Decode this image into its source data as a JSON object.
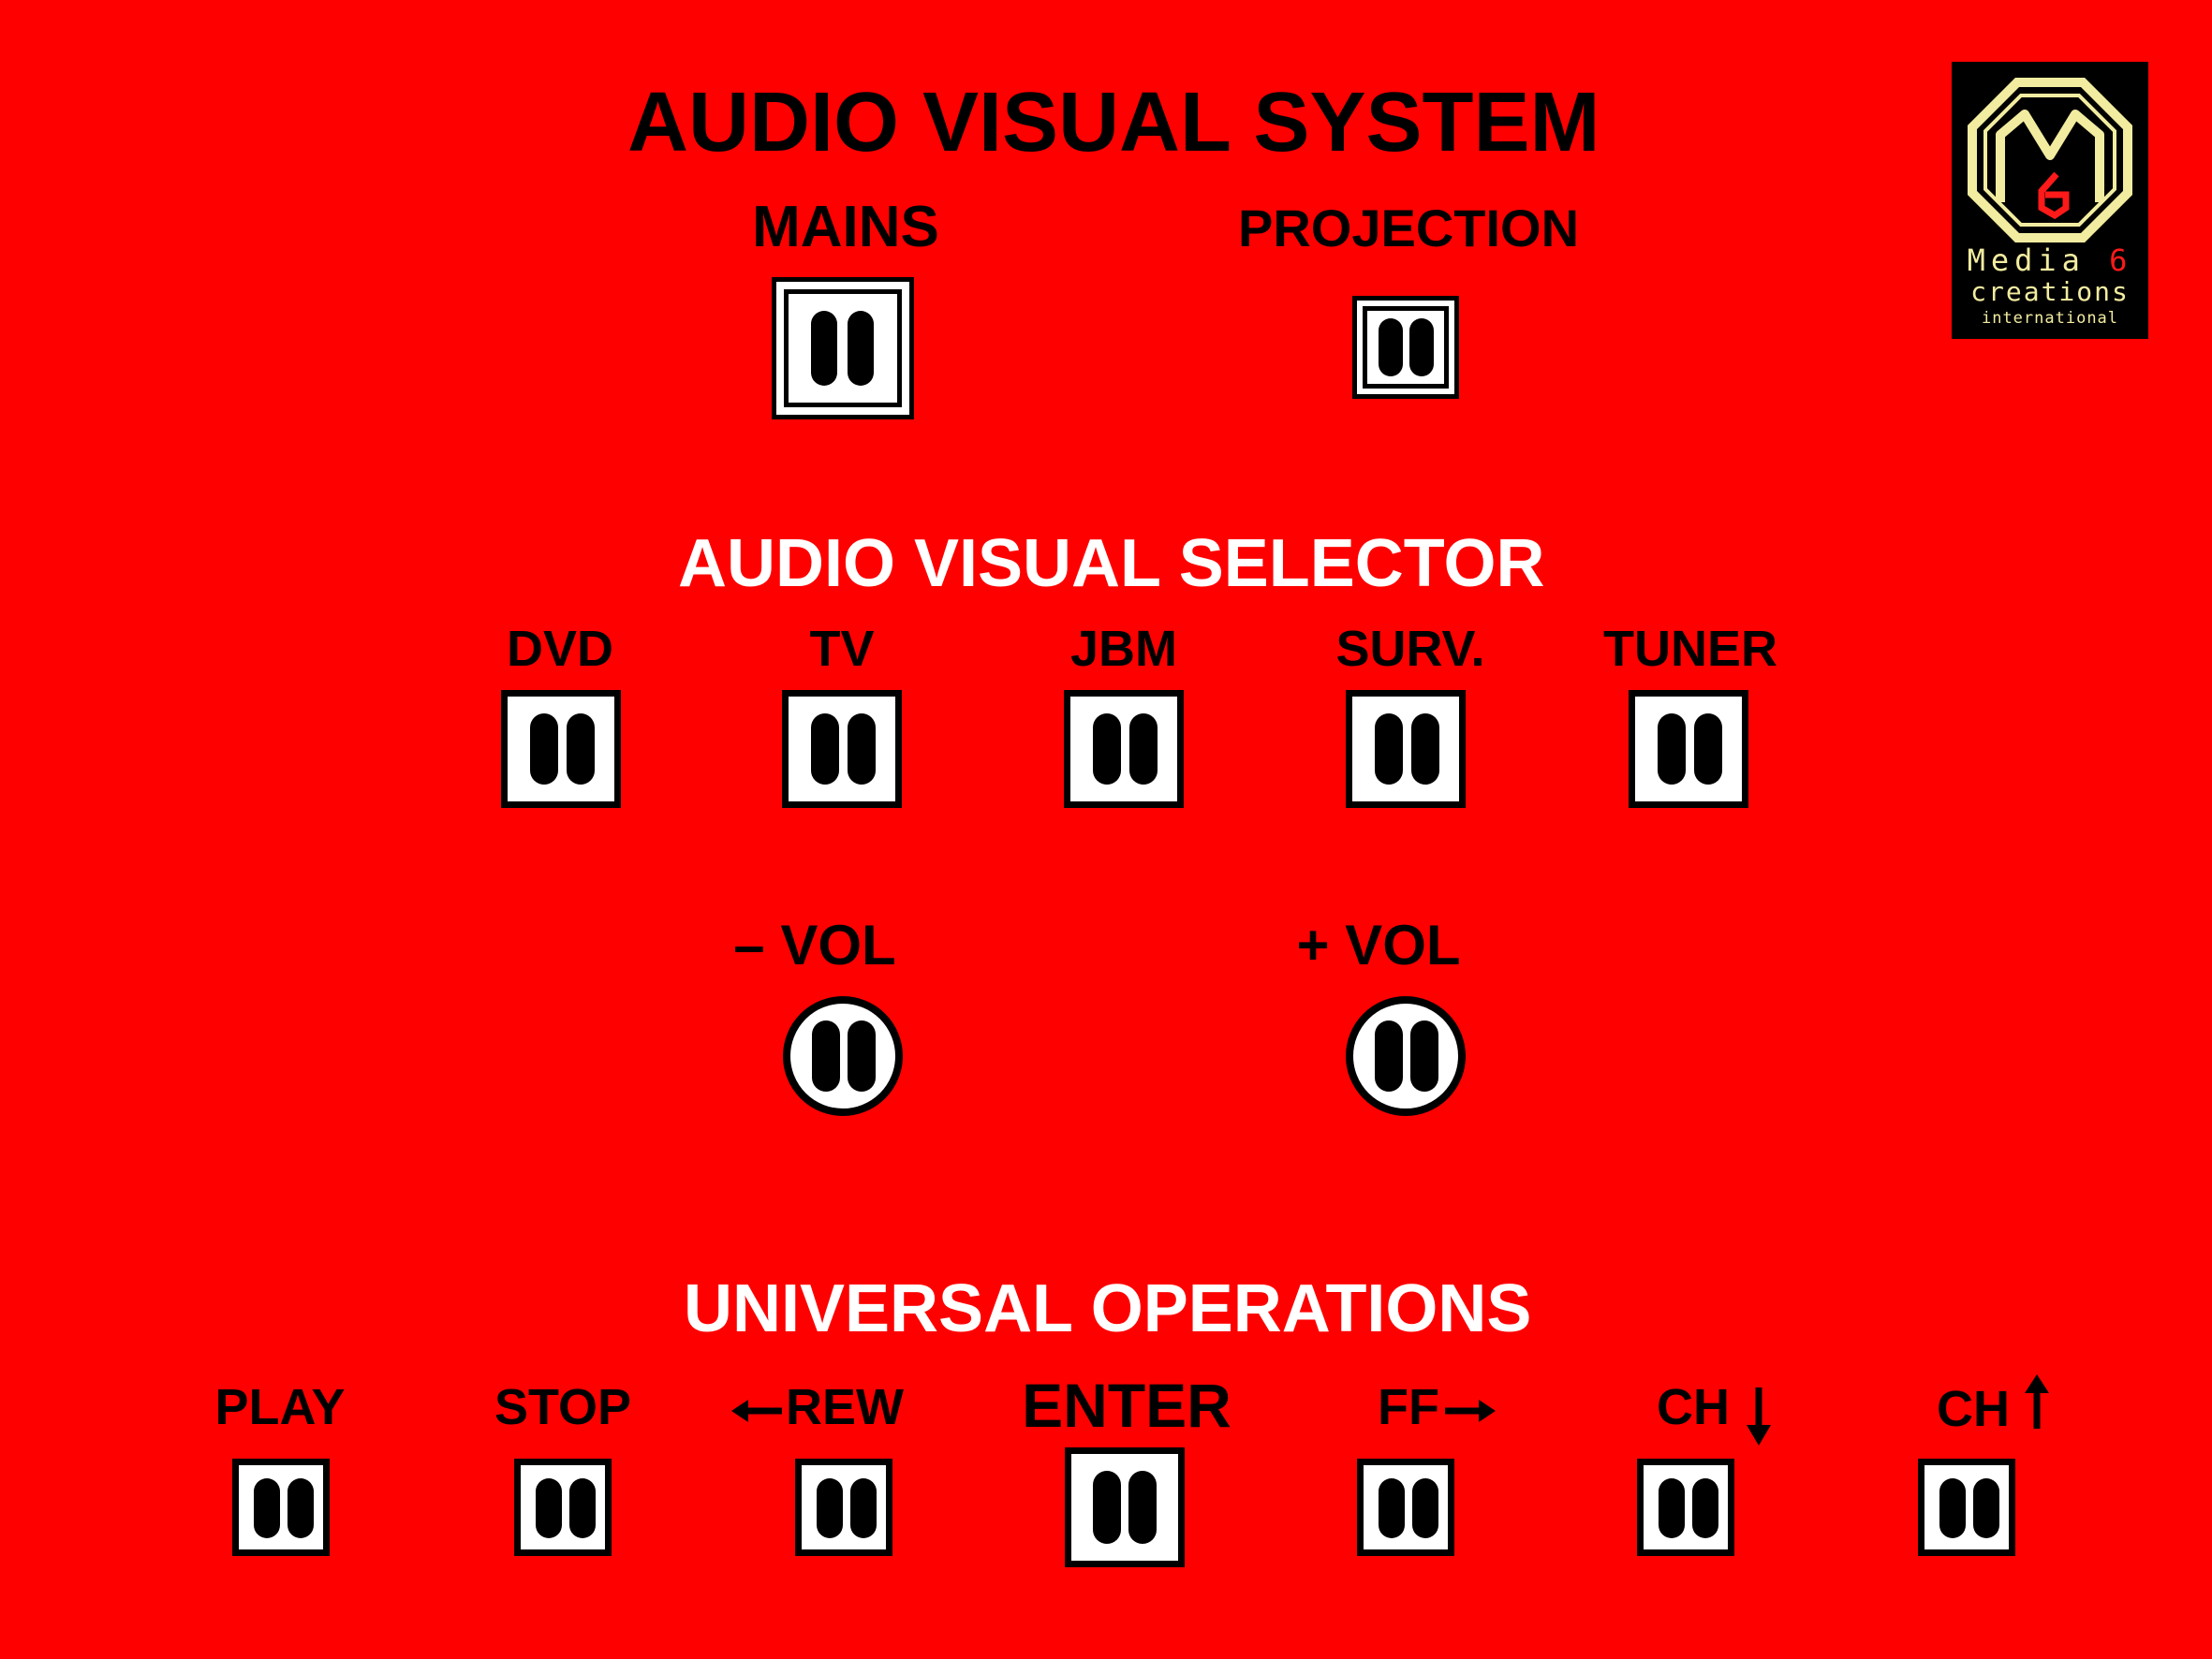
{
  "header": {
    "title": "AUDIO VISUAL SYSTEM"
  },
  "power": {
    "mains_label": "MAINS",
    "projection_label": "PROJECTION"
  },
  "selector": {
    "title": "AUDIO VISUAL SELECTOR",
    "items": [
      {
        "label": "DVD"
      },
      {
        "label": "TV"
      },
      {
        "label": "JBM"
      },
      {
        "label": "SURV."
      },
      {
        "label": "TUNER"
      }
    ]
  },
  "volume": {
    "down_label": "– VOL",
    "up_label": "+ VOL"
  },
  "operations": {
    "title": "UNIVERSAL OPERATIONS",
    "play_label": "PLAY",
    "stop_label": "STOP",
    "rew_label": "REW",
    "enter_label": "ENTER",
    "ff_label": "FF",
    "ch_down_label": "CH",
    "ch_up_label": "CH"
  },
  "logo": {
    "line1": "Media",
    "line2": "creations",
    "line3": "international"
  },
  "colors": {
    "background": "#ff0000",
    "button_face": "#ffffff",
    "outline": "#000000",
    "logo_gold": "#f2eca0",
    "logo_red": "#ff1a1a"
  }
}
